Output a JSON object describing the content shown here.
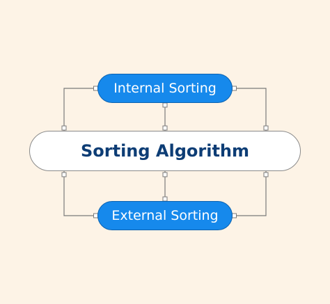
{
  "diagram": {
    "central_node": {
      "label": "Sorting Algorithm"
    },
    "branches": [
      {
        "label": "Internal Sorting"
      },
      {
        "label": "External Sorting"
      }
    ]
  },
  "colors": {
    "background": "#fdf3e6",
    "central_fill": "#ffffff",
    "central_text": "#0d3d75",
    "branch_fill": "#1689ec",
    "branch_text": "#ffffff",
    "connector": "#7a7a7a"
  }
}
